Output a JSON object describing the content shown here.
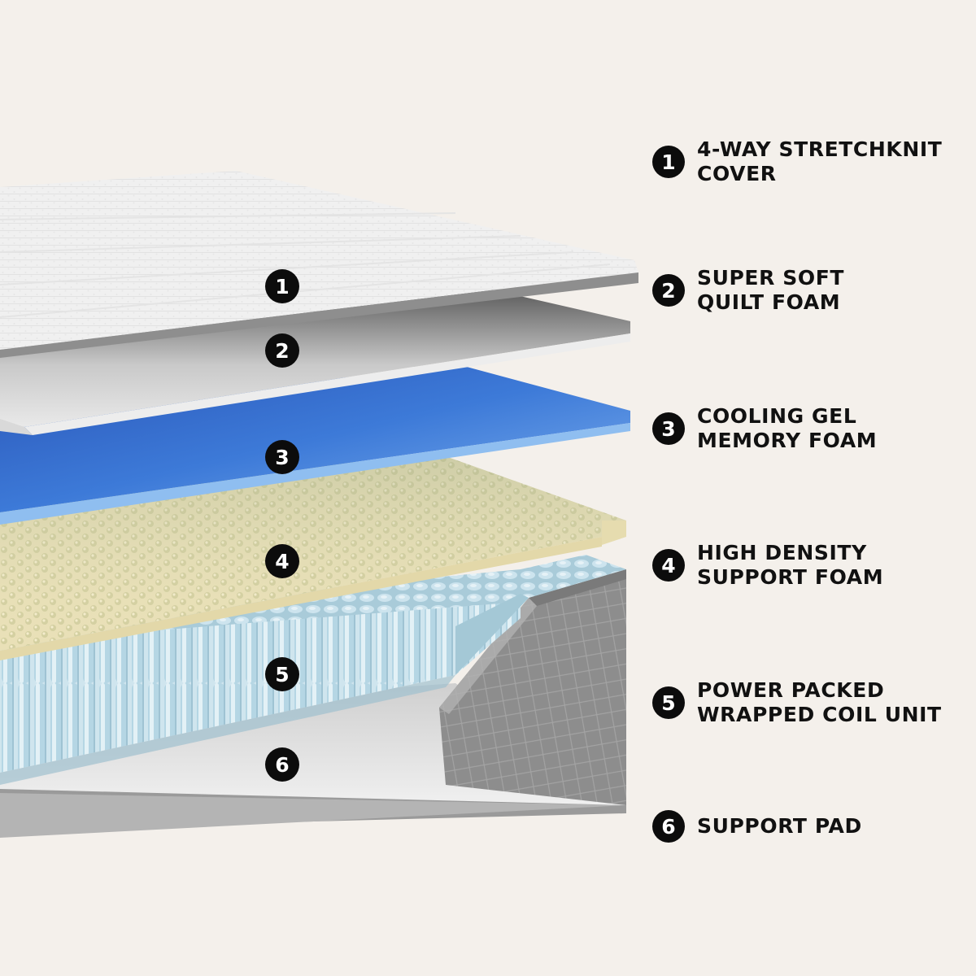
{
  "colors": {
    "background": "#f4f0eb",
    "badge": "#0c0c0c",
    "cover": "#f1f1f1",
    "gel_foam": "#3f78d6",
    "support_foam": "#ece3bd",
    "coils": "#b7d7e4",
    "side_panel": "#8f8f8f"
  },
  "badges": [
    "1",
    "2",
    "3",
    "4",
    "5",
    "6"
  ],
  "legend": [
    {
      "number": "1",
      "lines": [
        "4-WAY STRETCHKNIT",
        "COVER"
      ]
    },
    {
      "number": "2",
      "lines": [
        "SUPER SOFT",
        "QUILT FOAM"
      ]
    },
    {
      "number": "3",
      "lines": [
        "COOLING GEL",
        "MEMORY FOAM"
      ]
    },
    {
      "number": "4",
      "lines": [
        "HIGH DENSITY",
        "SUPPORT FOAM"
      ]
    },
    {
      "number": "5",
      "lines": [
        "POWER PACKED",
        "WRAPPED COIL UNIT"
      ]
    },
    {
      "number": "6",
      "lines": [
        "SUPPORT PAD"
      ]
    }
  ]
}
